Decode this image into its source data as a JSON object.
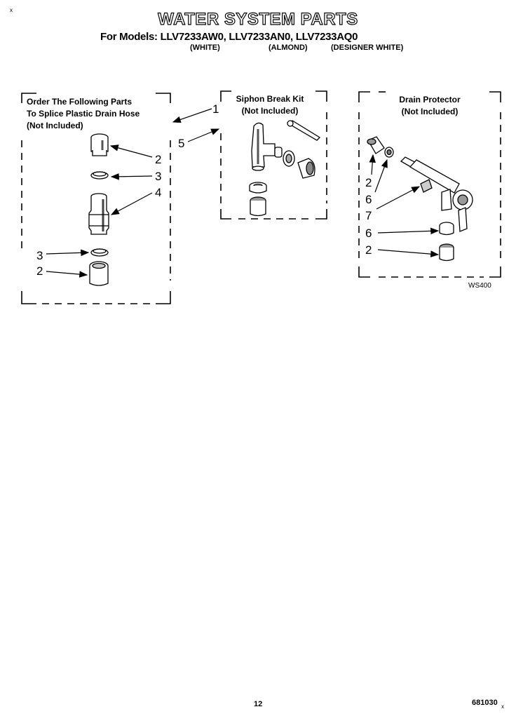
{
  "page": {
    "corner_mark": "x",
    "title": "WATER SYSTEM PARTS",
    "models_line": "For Models: LLV7233AW0,  LLV7233AN0,  LLV7233AQ0",
    "colors": [
      "(WHITE)",
      "(ALMOND)",
      "(DESIGNER WHITE)"
    ],
    "page_number": "12",
    "doc_code": "681030",
    "doc_code_mark": "x",
    "figure_code": "WS400"
  },
  "boxes": {
    "drain_hose": {
      "lines": [
        "Order The Following Parts",
        "To Splice Plastic Drain Hose",
        "(Not Included)"
      ],
      "callouts": [
        "2",
        "3",
        "4",
        "3",
        "2"
      ]
    },
    "siphon": {
      "lines": [
        "Siphon Break Kit",
        "(Not Included)"
      ],
      "callouts": [
        "1",
        "5"
      ]
    },
    "drain_protector": {
      "lines": [
        "Drain Protector",
        "(Not Included)"
      ],
      "callouts": [
        "2",
        "6",
        "7",
        "6",
        "2"
      ]
    }
  }
}
